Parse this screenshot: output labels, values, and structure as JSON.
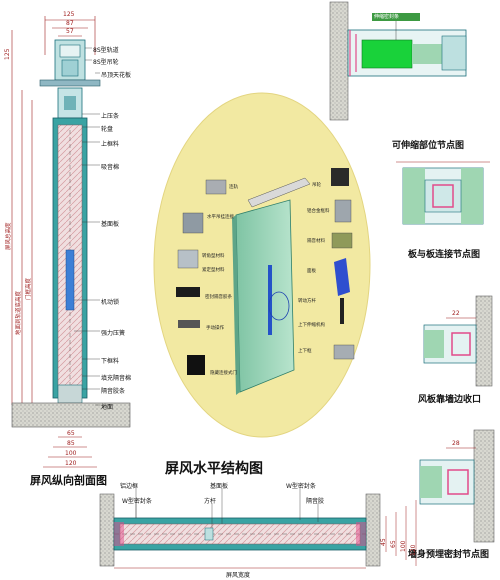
{
  "left_section": {
    "caption": "屏风纵向剖面图",
    "dims_top": [
      "125",
      "87",
      "57"
    ],
    "dims_bottom": [
      "65",
      "85",
      "100",
      "120"
    ],
    "left_labels": [
      "125",
      "屏风总高度",
      "门框高度",
      "地面到轨道底高度"
    ],
    "callouts": [
      "8S型轨道",
      "8S型吊轮",
      "吊顶天花板",
      "上压条",
      "轮盘",
      "上框料",
      "吸音棉",
      "基面板",
      "机动锁",
      "强力压簧",
      "下框料",
      "填充隔音棉",
      "隔音胶条",
      "地面"
    ]
  },
  "center_oval": {
    "labels_left": [
      "连轨",
      "水平吊挂连接",
      "转角型材料",
      "紧定型材料",
      "密封隔音胶条",
      "手动操作",
      "隐藏连接式门"
    ],
    "labels_right": [
      "吊轮",
      "铝合金框料",
      "隔音材料",
      "面板",
      "转动方杆",
      "上下伸缩机构",
      "上下框"
    ]
  },
  "top_right": {
    "caption": "可伸缩部位节点图",
    "tag": "伸缩密封条"
  },
  "right_mid": {
    "caption": "板与板连接节点图"
  },
  "right_wall": {
    "caption": "风板靠墙边收口",
    "dim": "22"
  },
  "right_bottom": {
    "caption": "墙身预埋密封节点图",
    "dim": "28"
  },
  "bottom_section": {
    "caption": "屏风水平结构图",
    "labels": [
      "铝边框",
      "W型密封条",
      "基面板",
      "方杆",
      "W型密封条",
      "隔音胶"
    ],
    "right_dims": [
      "45",
      "65",
      "100",
      "120"
    ],
    "bottom_label": "屏风宽度"
  },
  "colors": {
    "panel_green": "#9fd6b2",
    "frame_teal": "#3aa3a3",
    "oval_fill": "#f2e9a2",
    "dim_red": "#a02020",
    "concrete": "#cfcfcf",
    "seal_pink": "#e24b8a",
    "bright_green": "#19d23a"
  }
}
